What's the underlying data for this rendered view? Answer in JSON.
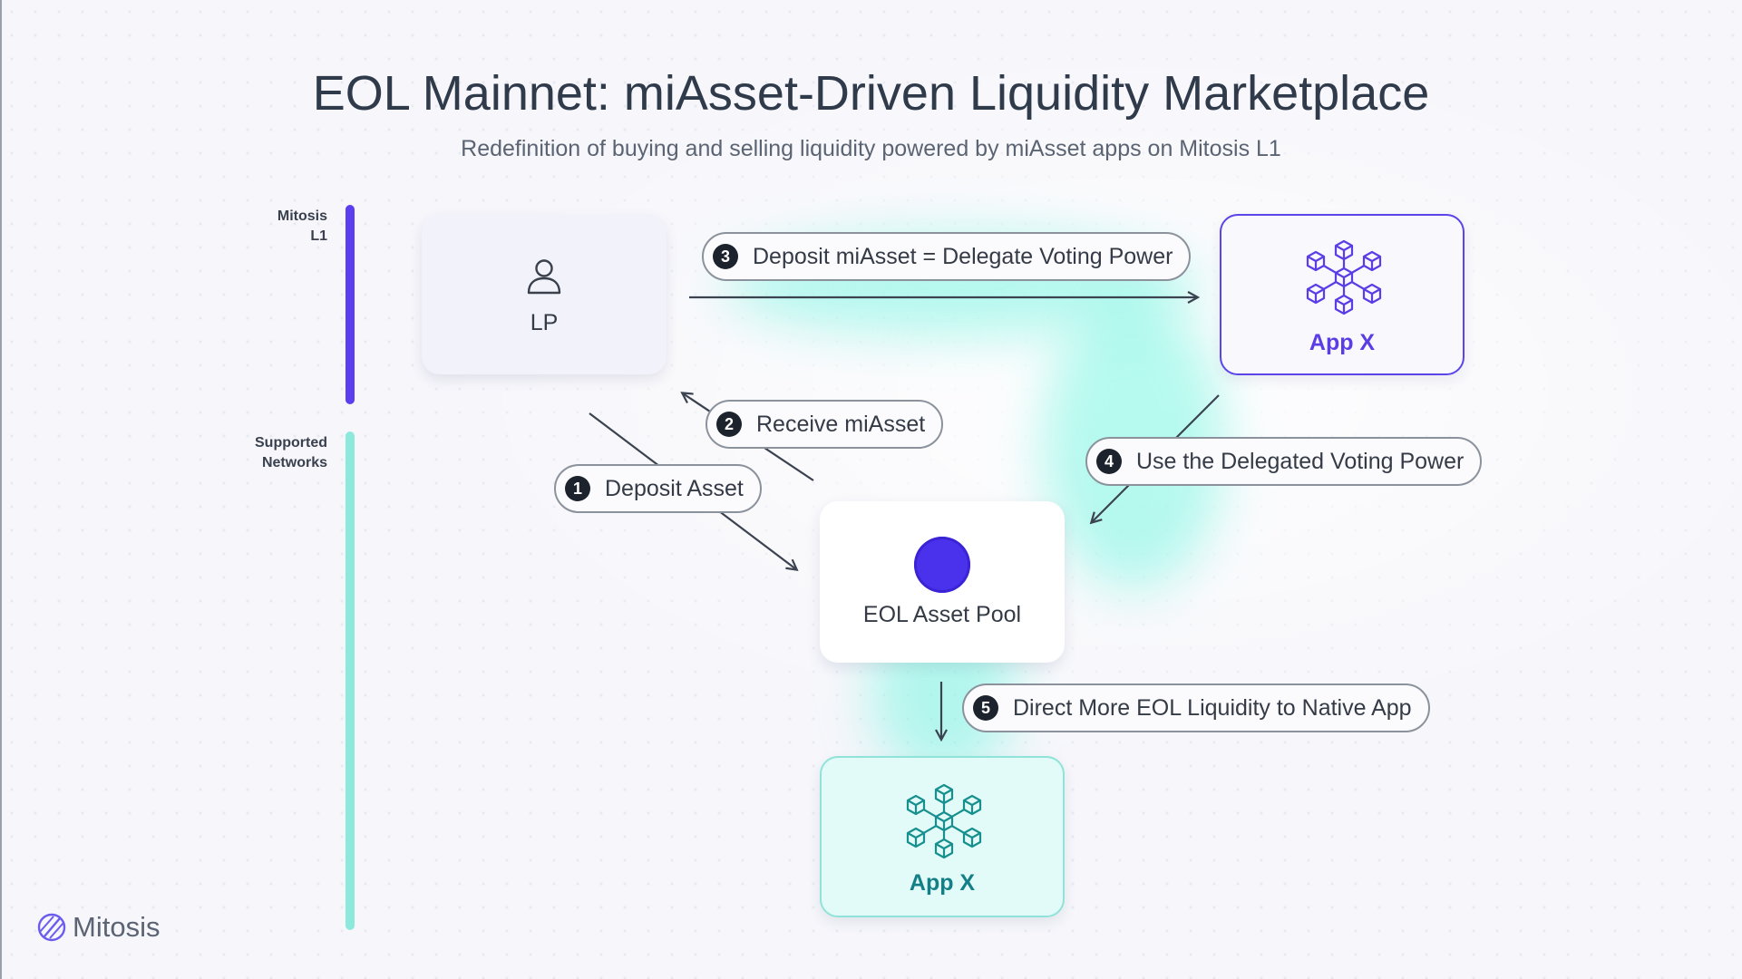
{
  "title": "EOL Mainnet: miAsset-Driven Liquidity Marketplace",
  "subtitle": "Redefinition of buying and selling liquidity powered by miAsset apps on Mitosis L1",
  "sidebar": {
    "mitosis_l1": [
      "Mitosis",
      "L1"
    ],
    "supported_networks": [
      "Supported",
      "Networks"
    ]
  },
  "nodes": {
    "lp": {
      "label": "LP",
      "icon": "user-icon"
    },
    "app_x_l1": {
      "label": "App X",
      "icon": "cube-network-icon",
      "color": "#5b3de6"
    },
    "pool": {
      "label": "EOL Asset Pool",
      "icon": "purple-circle",
      "color": "#4a32ec"
    },
    "app_x_native": {
      "label": "App X",
      "icon": "cube-network-icon",
      "color": "#137f86"
    }
  },
  "steps": [
    {
      "number": "1",
      "label": "Deposit Asset"
    },
    {
      "number": "2",
      "label": "Receive miAsset"
    },
    {
      "number": "3",
      "label": "Deposit miAsset = Delegate Voting Power"
    },
    {
      "number": "4",
      "label": "Use the Delegated Voting Power"
    },
    {
      "number": "5",
      "label": "Direct More EOL Liquidity to Native App"
    }
  ],
  "brand": {
    "name": "Mitosis",
    "icon": "mitosis-logo-icon"
  },
  "colors": {
    "accent_purple": "#5b3de6",
    "accent_teal": "#8ee9dd",
    "arrow": "#3b4350"
  }
}
